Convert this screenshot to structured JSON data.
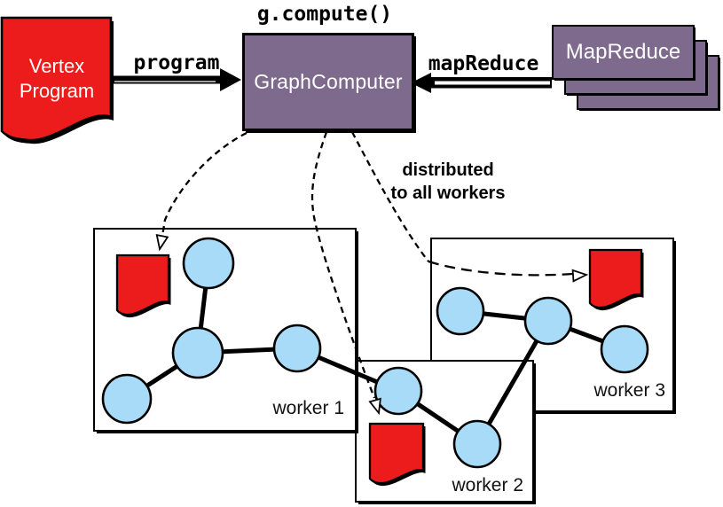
{
  "colors": {
    "node_purple": "#7E6A8C",
    "doc_red": "#EC1C1C",
    "vertex_blue": "#A8DBF8",
    "edge_black": "#000000",
    "background": "#FFFFFF"
  },
  "labels": {
    "method_call": "g.compute()",
    "program_arrow": "program",
    "map_reduce_arrow": "mapReduce",
    "distributed_line1": "distributed",
    "distributed_line2": "to all workers"
  },
  "nodes": {
    "vertex_program": {
      "line1": "Vertex",
      "line2": "Program"
    },
    "graph_computer": {
      "label": "GraphComputer"
    },
    "map_reduce": {
      "label": "MapReduce"
    }
  },
  "workers": [
    {
      "label": "worker 1",
      "vertex_count": 4,
      "has_program_doc": true
    },
    {
      "label": "worker 2",
      "vertex_count": 2,
      "has_program_doc": true
    },
    {
      "label": "worker 3",
      "vertex_count": 3,
      "has_program_doc": true
    }
  ],
  "icons": {
    "vertex_program": "document-icon",
    "worker_program_copies": "document-icon"
  }
}
